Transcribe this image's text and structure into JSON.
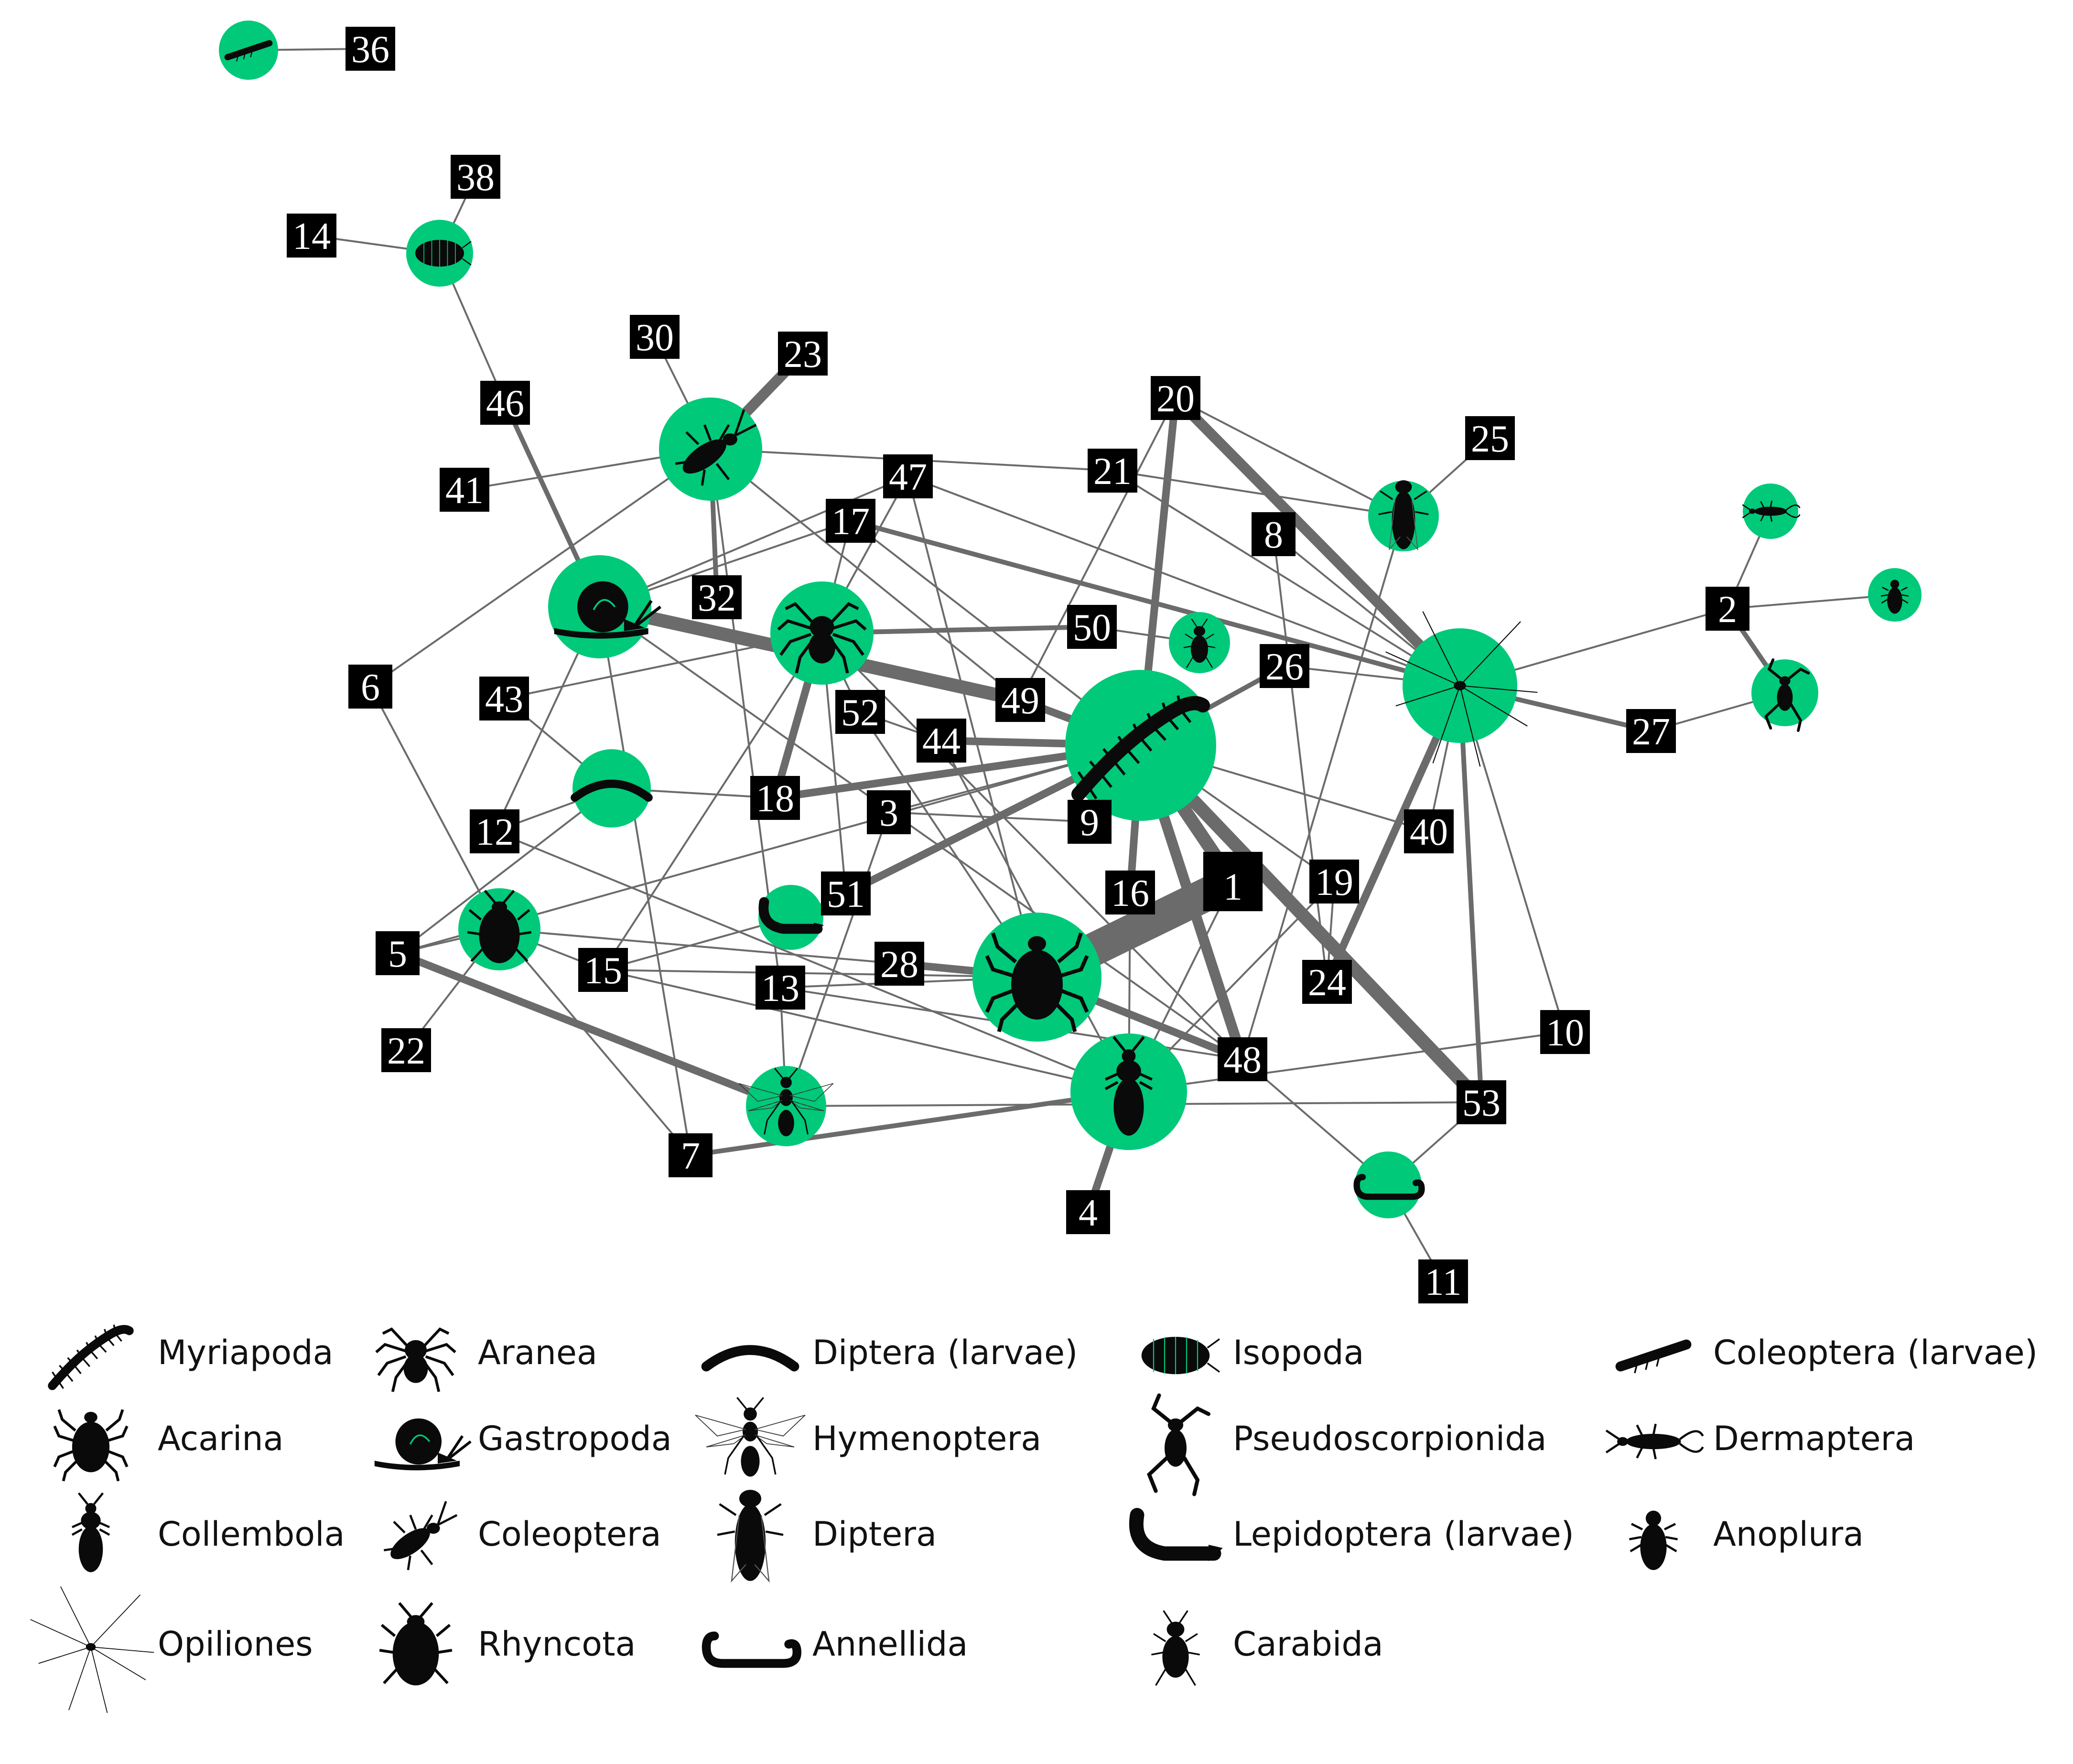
{
  "colors": {
    "taxon_node": "#00c97a",
    "site_node": "#000000",
    "edge": "#6b6b6b",
    "silhouette": "#0a0a0a"
  },
  "taxa": [
    {
      "id": "myriapoda",
      "name": "Myriapoda",
      "icon": "centipede-icon"
    },
    {
      "id": "acarina",
      "name": "Acarina",
      "icon": "mite-icon"
    },
    {
      "id": "collembola",
      "name": "Collembola",
      "icon": "springtail-icon"
    },
    {
      "id": "opiliones",
      "name": "Opiliones",
      "icon": "harvestman-icon"
    },
    {
      "id": "aranea",
      "name": "Aranea",
      "icon": "spider-icon"
    },
    {
      "id": "gastropoda",
      "name": "Gastropoda",
      "icon": "snail-icon"
    },
    {
      "id": "coleoptera",
      "name": "Coleoptera",
      "icon": "beetle-icon"
    },
    {
      "id": "rhyncota",
      "name": "Rhyncota",
      "icon": "true-bug-icon"
    },
    {
      "id": "diptera_larvae",
      "name": "Diptera (larvae)",
      "icon": "maggot-icon"
    },
    {
      "id": "hymenoptera",
      "name": "Hymenoptera",
      "icon": "wasp-icon"
    },
    {
      "id": "diptera",
      "name": "Diptera",
      "icon": "fly-icon"
    },
    {
      "id": "annellida",
      "name": "Annellida",
      "icon": "worm-icon"
    },
    {
      "id": "isopoda",
      "name": "Isopoda",
      "icon": "woodlouse-icon"
    },
    {
      "id": "pseudoscorpionida",
      "name": "Pseudoscorpionida",
      "icon": "pseudoscorpion-icon"
    },
    {
      "id": "lepidoptera_larvae",
      "name": "Lepidoptera (larvae)",
      "icon": "caterpillar-icon"
    },
    {
      "id": "carabida",
      "name": "Carabida",
      "icon": "ground-beetle-icon"
    },
    {
      "id": "coleoptera_larvae",
      "name": "Coleoptera (larvae)",
      "icon": "beetle-larva-icon"
    },
    {
      "id": "dermaptera",
      "name": "Dermaptera",
      "icon": "earwig-icon"
    },
    {
      "id": "anoplura",
      "name": "Anoplura",
      "icon": "louse-icon"
    }
  ],
  "sites": [
    "1",
    "2",
    "3",
    "4",
    "5",
    "6",
    "7",
    "8",
    "9",
    "10",
    "11",
    "12",
    "13",
    "14",
    "15",
    "16",
    "17",
    "18",
    "19",
    "20",
    "21",
    "22",
    "23",
    "24",
    "25",
    "26",
    "27",
    "28",
    "30",
    "32",
    "36",
    "38",
    "40",
    "41",
    "43",
    "44",
    "46",
    "47",
    "48",
    "49",
    "50",
    "51",
    "52",
    "53"
  ],
  "edges": [
    {
      "from": "coleoptera_larvae",
      "to": "36",
      "weight": 1
    },
    {
      "from": "isopoda",
      "to": "14",
      "weight": 1
    },
    {
      "from": "isopoda",
      "to": "38",
      "weight": 1
    },
    {
      "from": "isopoda",
      "to": "46",
      "weight": 1
    },
    {
      "from": "gastropoda",
      "to": "46",
      "weight": 2
    },
    {
      "from": "coleoptera",
      "to": "23",
      "weight": 4
    },
    {
      "from": "coleoptera",
      "to": "30",
      "weight": 1
    },
    {
      "from": "coleoptera",
      "to": "41",
      "weight": 1
    },
    {
      "from": "coleoptera",
      "to": "32",
      "weight": 2
    },
    {
      "from": "coleoptera",
      "to": "21",
      "weight": 1
    },
    {
      "from": "coleoptera",
      "to": "6",
      "weight": 1
    },
    {
      "from": "coleoptera",
      "to": "49",
      "weight": 1
    },
    {
      "from": "coleoptera",
      "to": "13",
      "weight": 1
    },
    {
      "from": "gastropoda",
      "to": "49",
      "weight": 5
    },
    {
      "from": "gastropoda",
      "to": "17",
      "weight": 1
    },
    {
      "from": "gastropoda",
      "to": "47",
      "weight": 1
    },
    {
      "from": "gastropoda",
      "to": "12",
      "weight": 1
    },
    {
      "from": "gastropoda",
      "to": "7",
      "weight": 1
    },
    {
      "from": "gastropoda",
      "to": "48",
      "weight": 1
    },
    {
      "from": "aranea",
      "to": "50",
      "weight": 2
    },
    {
      "from": "aranea",
      "to": "18",
      "weight": 3
    },
    {
      "from": "aranea",
      "to": "17",
      "weight": 1
    },
    {
      "from": "aranea",
      "to": "47",
      "weight": 1
    },
    {
      "from": "aranea",
      "to": "52",
      "weight": 1
    },
    {
      "from": "aranea",
      "to": "43",
      "weight": 1
    },
    {
      "from": "aranea",
      "to": "15",
      "weight": 1
    },
    {
      "from": "aranea",
      "to": "51",
      "weight": 1
    },
    {
      "from": "aranea",
      "to": "48",
      "weight": 1
    },
    {
      "from": "myriapoda",
      "to": "49",
      "weight": 3
    },
    {
      "from": "myriapoda",
      "to": "44",
      "weight": 3
    },
    {
      "from": "myriapoda",
      "to": "18",
      "weight": 3
    },
    {
      "from": "myriapoda",
      "to": "51",
      "weight": 3
    },
    {
      "from": "myriapoda",
      "to": "3",
      "weight": 1
    },
    {
      "from": "myriapoda",
      "to": "9",
      "weight": 1
    },
    {
      "from": "myriapoda",
      "to": "16",
      "weight": 3
    },
    {
      "from": "myriapoda",
      "to": "1",
      "weight": 5
    },
    {
      "from": "myriapoda",
      "to": "48",
      "weight": 4
    },
    {
      "from": "myriapoda",
      "to": "53",
      "weight": 5
    },
    {
      "from": "myriapoda",
      "to": "19",
      "weight": 1
    },
    {
      "from": "myriapoda",
      "to": "40",
      "weight": 1
    },
    {
      "from": "myriapoda",
      "to": "26",
      "weight": 2
    },
    {
      "from": "myriapoda",
      "to": "20",
      "weight": 3
    },
    {
      "from": "myriapoda",
      "to": "17",
      "weight": 1
    },
    {
      "from": "myriapoda",
      "to": "5",
      "weight": 1
    },
    {
      "from": "acarina",
      "to": "1",
      "weight": 12
    },
    {
      "from": "acarina",
      "to": "28",
      "weight": 3
    },
    {
      "from": "acarina",
      "to": "48",
      "weight": 3
    },
    {
      "from": "acarina",
      "to": "13",
      "weight": 1
    },
    {
      "from": "acarina",
      "to": "15",
      "weight": 1
    },
    {
      "from": "acarina",
      "to": "47",
      "weight": 1
    },
    {
      "from": "acarina",
      "to": "52",
      "weight": 1
    },
    {
      "from": "collembola",
      "to": "4",
      "weight": 3
    },
    {
      "from": "collembola",
      "to": "1",
      "weight": 1
    },
    {
      "from": "collembola",
      "to": "7",
      "weight": 2
    },
    {
      "from": "collembola",
      "to": "10",
      "weight": 1
    },
    {
      "from": "collembola",
      "to": "12",
      "weight": 1
    },
    {
      "from": "collembola",
      "to": "44",
      "weight": 1
    },
    {
      "from": "collembola",
      "to": "19",
      "weight": 1
    },
    {
      "from": "collembola",
      "to": "16",
      "weight": 1
    },
    {
      "from": "collembola",
      "to": "15",
      "weight": 1
    },
    {
      "from": "opiliones",
      "to": "20",
      "weight": 4
    },
    {
      "from": "opiliones",
      "to": "8",
      "weight": 1
    },
    {
      "from": "opiliones",
      "to": "17",
      "weight": 2
    },
    {
      "from": "opiliones",
      "to": "2",
      "weight": 1
    },
    {
      "from": "opiliones",
      "to": "27",
      "weight": 2
    },
    {
      "from": "opiliones",
      "to": "24",
      "weight": 3
    },
    {
      "from": "opiliones",
      "to": "40",
      "weight": 1
    },
    {
      "from": "opiliones",
      "to": "10",
      "weight": 1
    },
    {
      "from": "opiliones",
      "to": "53",
      "weight": 2
    },
    {
      "from": "opiliones",
      "to": "26",
      "weight": 1
    },
    {
      "from": "opiliones",
      "to": "21",
      "weight": 1
    },
    {
      "from": "opiliones",
      "to": "47",
      "weight": 1
    },
    {
      "from": "diptera",
      "to": "25",
      "weight": 1
    },
    {
      "from": "diptera",
      "to": "21",
      "weight": 1
    },
    {
      "from": "diptera",
      "to": "20",
      "weight": 1
    },
    {
      "from": "diptera",
      "to": "48",
      "weight": 1
    },
    {
      "from": "dermaptera",
      "to": "2",
      "weight": 1
    },
    {
      "from": "anoplura",
      "to": "2",
      "weight": 1
    },
    {
      "from": "pseudoscorpionida",
      "to": "2",
      "weight": 2
    },
    {
      "from": "pseudoscorpionida",
      "to": "27",
      "weight": 1
    },
    {
      "from": "carabida",
      "to": "50",
      "weight": 1
    },
    {
      "from": "diptera_larvae",
      "to": "43",
      "weight": 1
    },
    {
      "from": "diptera_larvae",
      "to": "18",
      "weight": 1
    },
    {
      "from": "diptera_larvae",
      "to": "12",
      "weight": 1
    },
    {
      "from": "diptera_larvae",
      "to": "5",
      "weight": 1
    },
    {
      "from": "rhyncota",
      "to": "5",
      "weight": 1
    },
    {
      "from": "rhyncota",
      "to": "22",
      "weight": 1
    },
    {
      "from": "rhyncota",
      "to": "6",
      "weight": 1
    },
    {
      "from": "rhyncota",
      "to": "15",
      "weight": 1
    },
    {
      "from": "rhyncota",
      "to": "7",
      "weight": 1
    },
    {
      "from": "rhyncota",
      "to": "28",
      "weight": 1
    },
    {
      "from": "lepidoptera_larvae",
      "to": "51",
      "weight": 1
    },
    {
      "from": "lepidoptera_larvae",
      "to": "15",
      "weight": 1
    },
    {
      "from": "hymenoptera",
      "to": "5",
      "weight": 3
    },
    {
      "from": "hymenoptera",
      "to": "13",
      "weight": 1
    },
    {
      "from": "hymenoptera",
      "to": "3",
      "weight": 1
    },
    {
      "from": "hymenoptera",
      "to": "53",
      "weight": 1
    },
    {
      "from": "annellida",
      "to": "11",
      "weight": 1
    },
    {
      "from": "annellida",
      "to": "53",
      "weight": 1
    },
    {
      "from": "annellida",
      "to": "48",
      "weight": 1
    },
    {
      "from": "49",
      "to": "20",
      "weight": 1
    },
    {
      "from": "52",
      "to": "44",
      "weight": 1
    },
    {
      "from": "9",
      "to": "3",
      "weight": 1
    },
    {
      "from": "19",
      "to": "24",
      "weight": 1
    },
    {
      "from": "8",
      "to": "24",
      "weight": 1
    },
    {
      "from": "13",
      "to": "48",
      "weight": 1
    }
  ]
}
